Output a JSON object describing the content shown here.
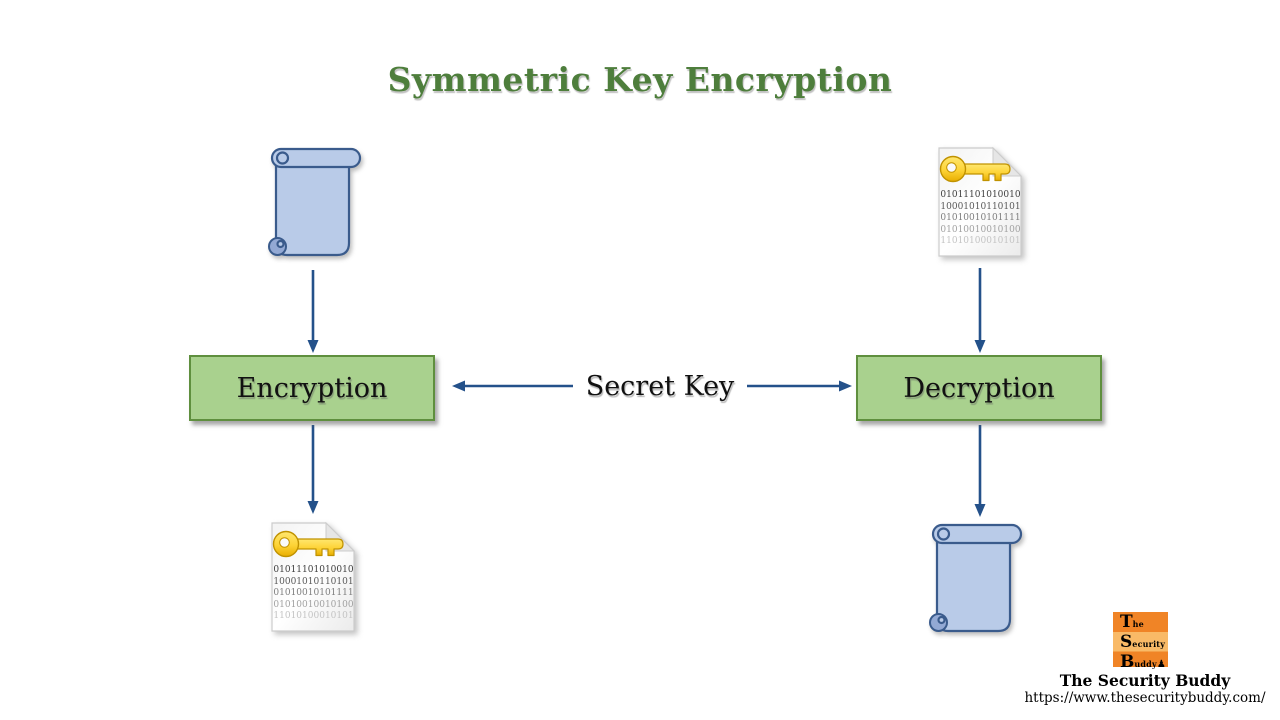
{
  "title": "Symmetric Key Encryption",
  "diagram": {
    "encryption_label": "Encryption",
    "decryption_label": "Decryption",
    "secret_key_label": "Secret Key"
  },
  "cipher_file": {
    "binary_lines": [
      "01011101010010",
      "10001010110101",
      "01010010101111",
      "01010010010100",
      "11010100010101"
    ]
  },
  "footer": {
    "logo": {
      "rows": [
        {
          "big": "T",
          "rest": "he"
        },
        {
          "big": "S",
          "rest": "ecurity"
        },
        {
          "big": "B",
          "rest": "uddy"
        }
      ],
      "person_glyph": "♟"
    },
    "brand_name": "The Security Buddy",
    "url": "https://www.thesecuritybuddy.com/"
  },
  "colors": {
    "title_green": "#4e7e3c",
    "box_fill": "#a9d18e",
    "box_border": "#5f8f3e",
    "box_text": "#111111",
    "arrow_blue": "#24518a",
    "scroll_fill": "#b9cbe8",
    "scroll_stroke": "#3a5b8c",
    "logo_orange": "#f08426",
    "logo_light_orange": "#f9ba67"
  }
}
